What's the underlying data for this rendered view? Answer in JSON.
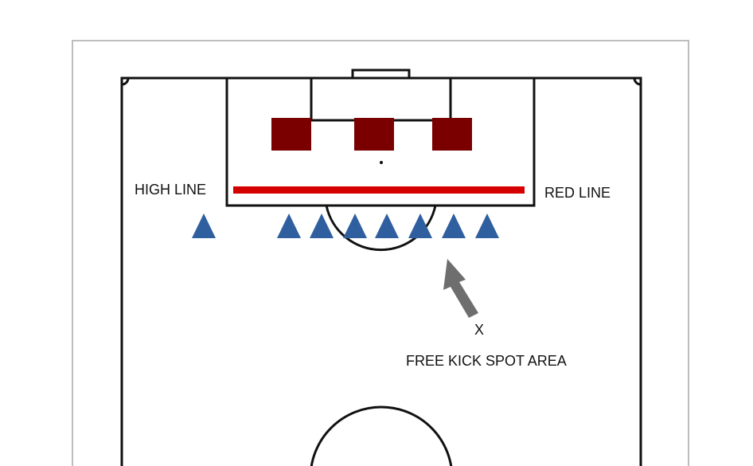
{
  "labels": {
    "high_line": "HIGH LINE",
    "red_line": "RED LINE",
    "x_mark": "X",
    "free_kick_area": "FREE KICK SPOT AREA"
  },
  "colors": {
    "pitch_lines": "#111111",
    "frame_border": "#bdbdbd",
    "goalkeeper_blocks": "#7a0000",
    "red_line": "#d40000",
    "defender_triangles": "#2f5f9f",
    "arrow": "#6e6e6e",
    "background": "#ffffff"
  },
  "icons": {
    "defender": "triangle-icon",
    "target_block": "square-block-icon",
    "direction": "arrow-up-left-icon"
  },
  "counts": {
    "defenders": 8,
    "target_blocks": 3
  }
}
